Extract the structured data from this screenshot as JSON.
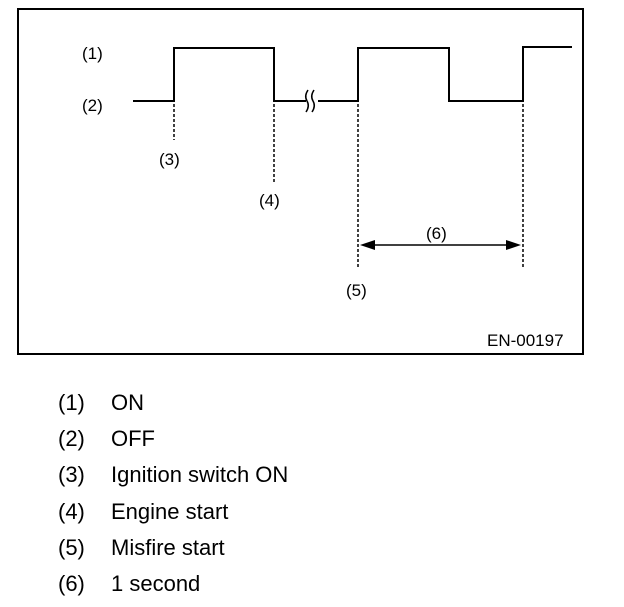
{
  "diagram": {
    "level_labels": {
      "on": "(1)",
      "off": "(2)"
    },
    "event_labels": {
      "ignition_switch_on": "(3)",
      "engine_start": "(4)",
      "misfire_start": "(5)",
      "one_second": "(6)"
    },
    "figure_code": "EN-00197"
  },
  "legend": [
    {
      "marker": "(1)",
      "text": "ON"
    },
    {
      "marker": "(2)",
      "text": "OFF"
    },
    {
      "marker": "(3)",
      "text": "Ignition switch ON"
    },
    {
      "marker": "(4)",
      "text": "Engine start"
    },
    {
      "marker": "(5)",
      "text": "Misfire start"
    },
    {
      "marker": "(6)",
      "text": "1 second"
    }
  ]
}
